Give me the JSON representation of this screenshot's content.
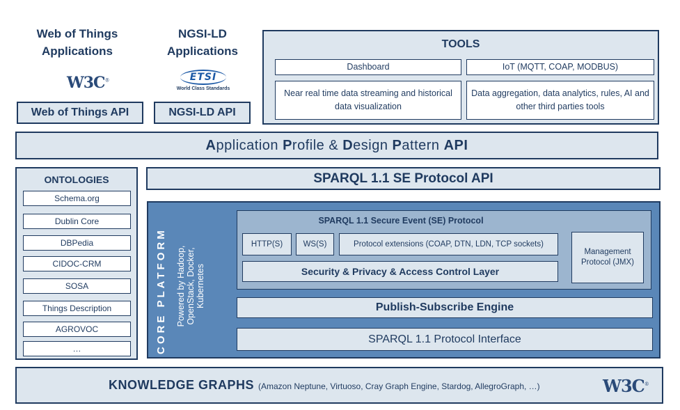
{
  "wot": {
    "title_line1": "Web of Things",
    "title_line2": "Applications",
    "logo_text": "W3C",
    "api_label": "Web of Things API"
  },
  "ngsi": {
    "title_line1": "NGSI-LD",
    "title_line2": "Applications",
    "logo_text": "ETSI",
    "logo_tagline": "World Class Standards",
    "api_label": "NGSI-LD API"
  },
  "tools": {
    "title": "TOOLS",
    "items": [
      "Dashboard",
      "IoT (MQTT, COAP, MODBUS)",
      "Near real time data streaming and historical data visualization",
      "Data aggregation, data analytics, rules, AI and other third parties tools"
    ]
  },
  "app_profile": {
    "parts": [
      "A",
      "pplication ",
      "P",
      "rofile & ",
      "D",
      "esign ",
      "P",
      "attern ",
      "API"
    ]
  },
  "ontologies": {
    "title": "ONTOLOGIES",
    "items": [
      "Schema.org",
      "Dublin Core",
      "DBPedia",
      "CIDOC-CRM",
      "SOSA",
      "Things Description",
      "AGROVOC",
      "…"
    ]
  },
  "sparql_se_api": "SPARQL 1.1 SE Protocol API",
  "core": {
    "title": "CORE PLATFORM",
    "subtitle_lines": [
      "Powered by Hadoop,",
      "OpenStack, Docker,",
      "Kubernetes"
    ],
    "se_title": "SPARQL 1.1 Secure Event (SE) Protocol",
    "http": "HTTP(S)",
    "ws": "WS(S)",
    "extensions": "Protocol extensions (COAP, DTN, LDN, TCP sockets)",
    "security": "Security & Privacy & Access Control Layer",
    "management": "Management Protocol (JMX)",
    "pubsub": "Publish-Subscribe Engine",
    "protocol_interface": "SPARQL 1.1 Protocol Interface"
  },
  "kg": {
    "title": "KNOWLEDGE GRAPHS",
    "subtitle": "(Amazon Neptune, Virtuoso, Cray Graph Engine, Stardog, AllegroGraph, …)",
    "logo_text": "W3C"
  },
  "colors": {
    "primary": "#1f3a5f",
    "panel": "#dde6ee",
    "core": "#5a87b8",
    "se_panel": "#9cb5cf"
  }
}
